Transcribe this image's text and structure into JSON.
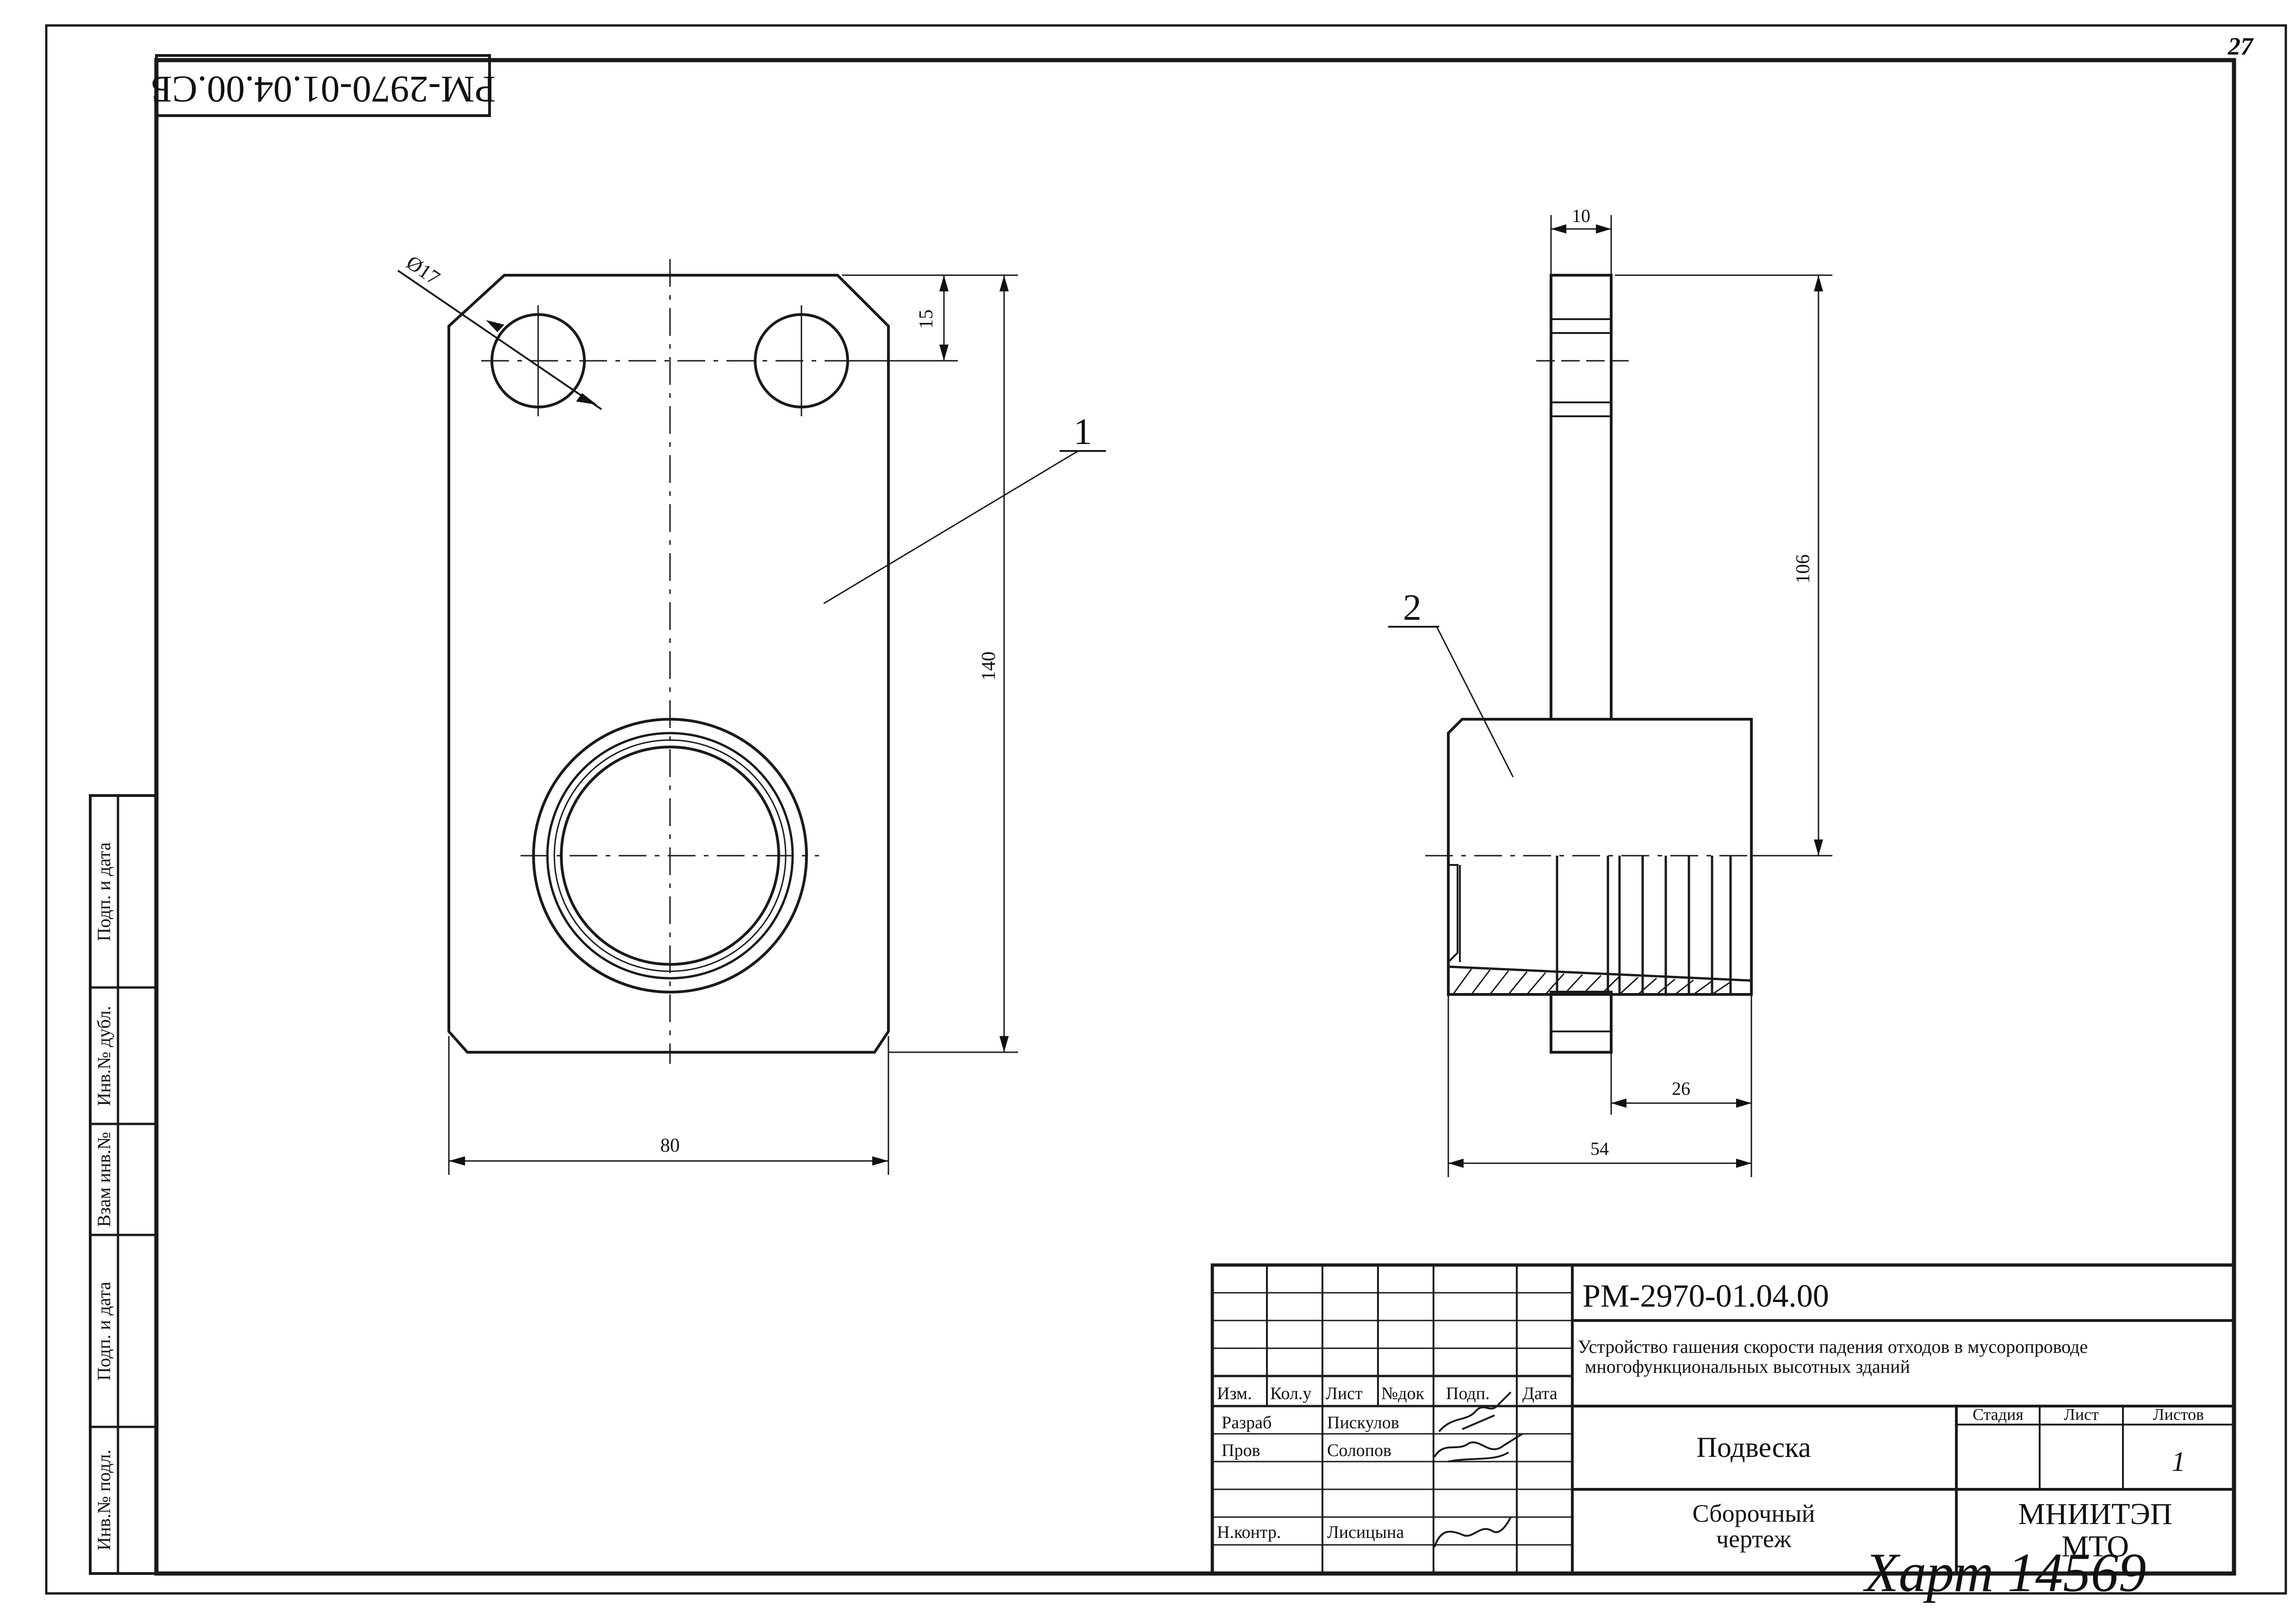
{
  "sheet_number": "27",
  "rotated_code": "РМ-2970-01.04.00.СБ",
  "dimensions": {
    "diameter": "Ø17",
    "hole_offset": "15",
    "height": "140",
    "width": "80",
    "side_thickness": "10",
    "side_height": "106",
    "side_inner": "26",
    "side_width": "54"
  },
  "callouts": {
    "part1": "1",
    "part2": "2"
  },
  "side_stamp": {
    "podp_data_1": "Подп. и дата",
    "inv_dubl": "Инв.№ дубл.",
    "vzam_inv": "Взам инв.№",
    "podp_data_2": "Подп. и дата",
    "inv_podl": "Инв.№ подл."
  },
  "title_block": {
    "doc_code": "РМ-2970-01.04.00",
    "description_line1": "Устройство гашения скорости падения отходов в мусоропроводе",
    "description_line2": "многофункциональных высотных зданий",
    "columns": {
      "izm": "Изм.",
      "kol": "Кол.у",
      "list": "Лист",
      "ndok": "№док",
      "podp": "Подп.",
      "data": "Дата"
    },
    "rows": {
      "razrab_label": "Разраб",
      "razrab_name": "Пискулов",
      "prov_label": "Пров",
      "prov_name": "Солопов",
      "nkontr_label": "Н.контр.",
      "nkontr_name": "Лисицына"
    },
    "part_name": "Подвеска",
    "doc_type_line1": "Сборочный",
    "doc_type_line2": "чертеж",
    "stage_label": "Стадия",
    "sheet_label": "Лист",
    "sheets_label": "Листов",
    "sheets_value": "1",
    "org_line1": "МНИИТЭП",
    "org_line2": "МТО",
    "handwritten_note": "Харт 14569"
  }
}
